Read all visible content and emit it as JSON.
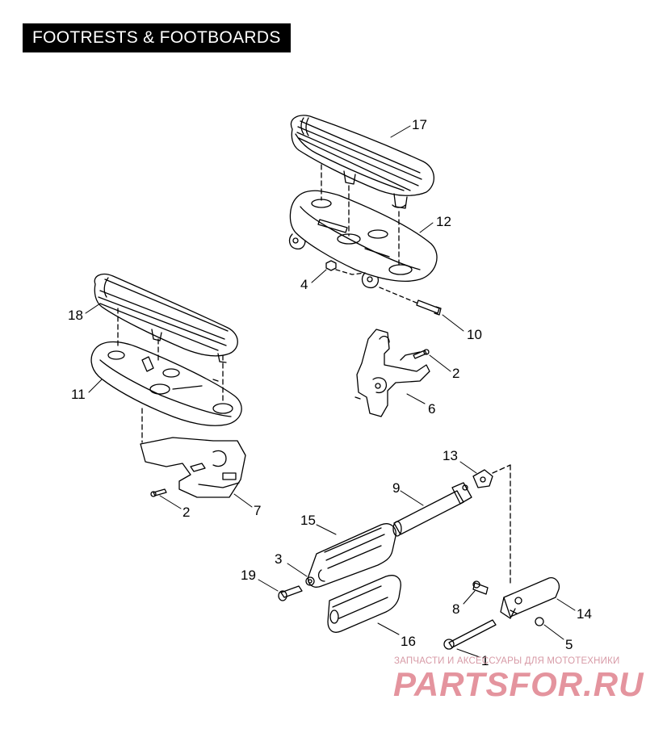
{
  "title": "FOOTRESTS & FOOTBOARDS",
  "callouts": [
    {
      "id": "c17",
      "label": "17"
    },
    {
      "id": "c12",
      "label": "12"
    },
    {
      "id": "c4",
      "label": "4"
    },
    {
      "id": "c10",
      "label": "10"
    },
    {
      "id": "c18",
      "label": "18"
    },
    {
      "id": "c2a",
      "label": "2"
    },
    {
      "id": "c6",
      "label": "6"
    },
    {
      "id": "c11",
      "label": "11"
    },
    {
      "id": "c13",
      "label": "13"
    },
    {
      "id": "c9",
      "label": "9"
    },
    {
      "id": "c2b",
      "label": "2"
    },
    {
      "id": "c7",
      "label": "7"
    },
    {
      "id": "c15",
      "label": "15"
    },
    {
      "id": "c3",
      "label": "3"
    },
    {
      "id": "c19",
      "label": "19"
    },
    {
      "id": "c8",
      "label": "8"
    },
    {
      "id": "c14",
      "label": "14"
    },
    {
      "id": "c16",
      "label": "16"
    },
    {
      "id": "c5",
      "label": "5"
    },
    {
      "id": "c1",
      "label": "1"
    }
  ],
  "watermark": {
    "tagline": "ЗАПЧАСТИ И АКСЕССУАРЫ ДЛЯ МОТОТЕХНИКИ",
    "brand": "PARTSFOR.RU"
  }
}
